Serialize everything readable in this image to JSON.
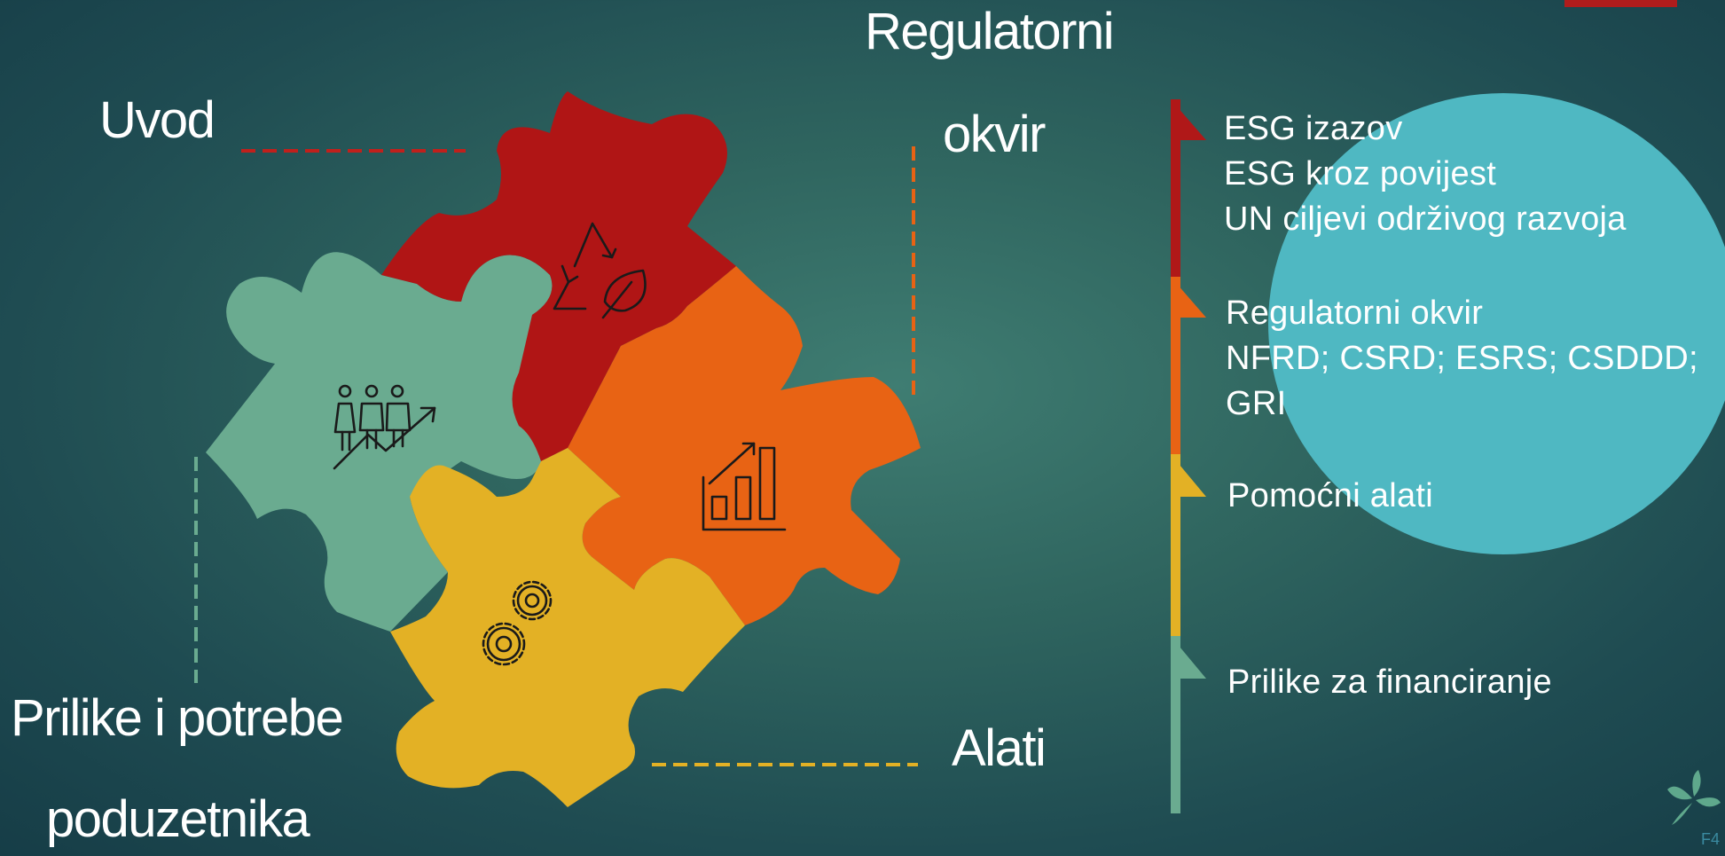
{
  "puzzle": {
    "labels": {
      "uvod": "Uvod",
      "regulatorni_line1": "Regulatorni",
      "regulatorni_line2": "okvir",
      "prilike_line1": "Prilike i potrebe",
      "prilike_line2": "poduzetnika",
      "alati": "Alati"
    },
    "pieces": [
      {
        "name": "red-piece",
        "color": "#b01515",
        "icon": "recycle-leaf-icon"
      },
      {
        "name": "orange-piece",
        "color": "#e86314",
        "icon": "bar-chart-growth-icon"
      },
      {
        "name": "green-piece",
        "color": "#6aab90",
        "icon": "people-growth-icon"
      },
      {
        "name": "yellow-piece",
        "color": "#e3b125",
        "icon": "gears-icon"
      }
    ]
  },
  "agenda": {
    "sections": [
      {
        "color": "#b01818",
        "lines": [
          "ESG izazov",
          "ESG kroz povijest",
          "UN ciljevi održivog razvoja"
        ]
      },
      {
        "color": "#e86314",
        "lines": [
          "Regulatorni okvir",
          "NFRD; CSRD; ESRS; CSDDD;",
          "GRI"
        ]
      },
      {
        "color": "#e3b125",
        "lines": [
          "Pomoćni alati"
        ]
      },
      {
        "color": "#6aab90",
        "lines": [
          "Prilike za financiranje"
        ]
      }
    ]
  },
  "footer": {
    "page_number": "F4"
  },
  "colors": {
    "teal_circle": "#4fb8c2",
    "background": "#2f655f"
  }
}
